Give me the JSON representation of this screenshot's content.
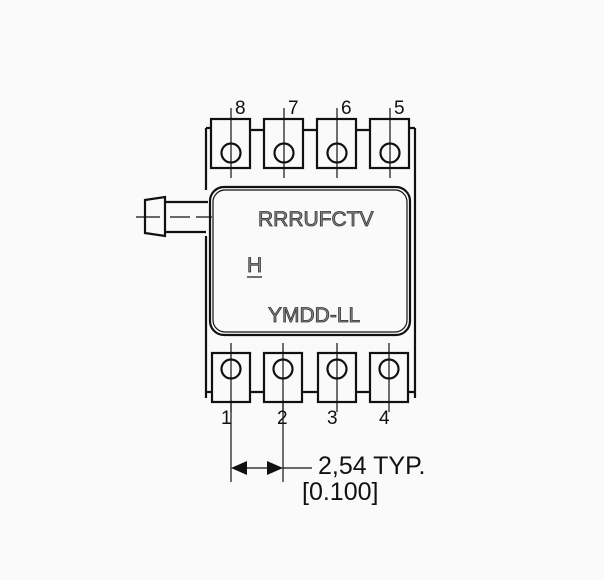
{
  "top_pins": [
    "8",
    "7",
    "6",
    "5"
  ],
  "bottom_pins": [
    "1",
    "2",
    "3",
    "4"
  ],
  "marking": {
    "line1": "RRRUFCTV",
    "line2": "H",
    "line3": "YMDD-LL"
  },
  "dimension": {
    "metric": "2,54 TYP.",
    "imperial": "[0.100]"
  }
}
